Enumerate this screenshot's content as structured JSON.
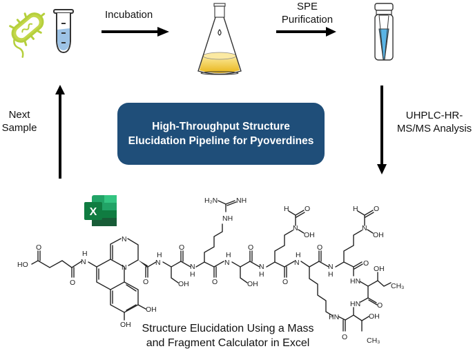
{
  "workflow": {
    "steps": [
      {
        "id": "bacteria",
        "icon": "bacterium-icon"
      },
      {
        "id": "tube",
        "icon": "sample-tube-icon"
      },
      {
        "id": "flask",
        "icon": "erlenmeyer-flask-icon"
      },
      {
        "id": "vial",
        "icon": "hplc-vial-icon"
      }
    ],
    "arrows": {
      "incubation": "Incubation",
      "spe_line1": "SPE",
      "spe_line2": "Purification",
      "uhplc_line1": "UHPLC-HR-",
      "uhplc_line2": "MS/MS Analysis",
      "next_line1": "Next",
      "next_line2": "Sample"
    }
  },
  "center_box": {
    "line1": "High-Throughput Structure",
    "line2": "Elucidation Pipeline for Pyoverdines",
    "color": "#1f4e79"
  },
  "excel_icon": {
    "letter": "X",
    "color": "#107c41"
  },
  "caption": {
    "line1": "Structure Elucidation Using a Mass",
    "line2": "and Fragment Calculator in Excel"
  },
  "structure": {
    "atoms": {
      "ho_acid": "HO",
      "o_acid": "O",
      "nh1_h": "H",
      "nh1_n": "N",
      "o_amide1": "O",
      "n_ring_imine": "N",
      "n_ring": "N",
      "oh_cat1": "OH",
      "oh_cat2": "OH",
      "o_amide2": "O",
      "nh2_h": "H",
      "nh2_n": "N",
      "ser1_oh": "OH",
      "o_ser1": "O",
      "nh3_n": "N",
      "nh3_h": "H",
      "arg_h2n": "H₂N",
      "arg_nh": "NH",
      "arg_nh2": "NH",
      "o_arg": "O",
      "nh4_h": "H",
      "nh4_n": "N",
      "ser2_oh": "OH",
      "o_ser2": "O",
      "nh5_n": "N",
      "nh5_h": "H",
      "fho1_h": "H",
      "fho1_o": "O",
      "fho1_n": "N",
      "fho1_oh": "OH",
      "o_fho1": "O",
      "nh6_h": "H",
      "nh6_n": "N",
      "o_lys": "O",
      "nh7_n": "N",
      "nh7_h": "H",
      "fho2_h": "H",
      "fho2_o": "O",
      "fho2_n": "N",
      "fho2_oh": "OH",
      "o_fho2": "O",
      "thr1_hn": "HN",
      "thr1_oh": "OH",
      "thr1_ch3": "CH₃",
      "o_thr1": "O",
      "thr2_hn": "HN",
      "thr2_oh": "OH",
      "thr2_ch3": "CH₃",
      "lys_hn": "HN",
      "o_thr2": "O"
    }
  }
}
